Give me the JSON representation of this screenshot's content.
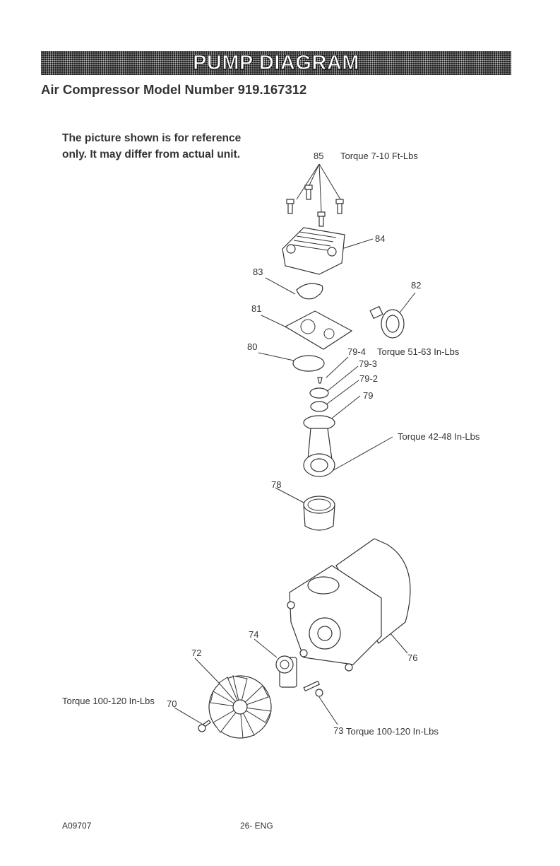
{
  "header": {
    "banner_title": "PUMP DIAGRAM",
    "model_line": "Air Compressor Model Number 919.167312",
    "note_line1": "The picture shown is for reference",
    "note_line2": "only. It may differ from actual unit."
  },
  "callouts": {
    "p85": "85",
    "p85_torque": "Torque 7-10 Ft-Lbs",
    "p84": "84",
    "p83": "83",
    "p82": "82",
    "p81": "81",
    "p80": "80",
    "p79_4": "79-4",
    "p79_4_torque": "Torque 51-63 In-Lbs",
    "p79_3": "79-3",
    "p79_2": "79-2",
    "p79": "79",
    "rod_torque": "Torque 42-48 In-Lbs",
    "p78": "78",
    "p74": "74",
    "p72": "72",
    "p76": "76",
    "p70_torque": "Torque 100-120 In-Lbs",
    "p70": "70",
    "p73": "73",
    "p73_torque": "Torque 100-120 In-Lbs"
  },
  "footer": {
    "code": "A09707",
    "page": "26- ENG"
  }
}
